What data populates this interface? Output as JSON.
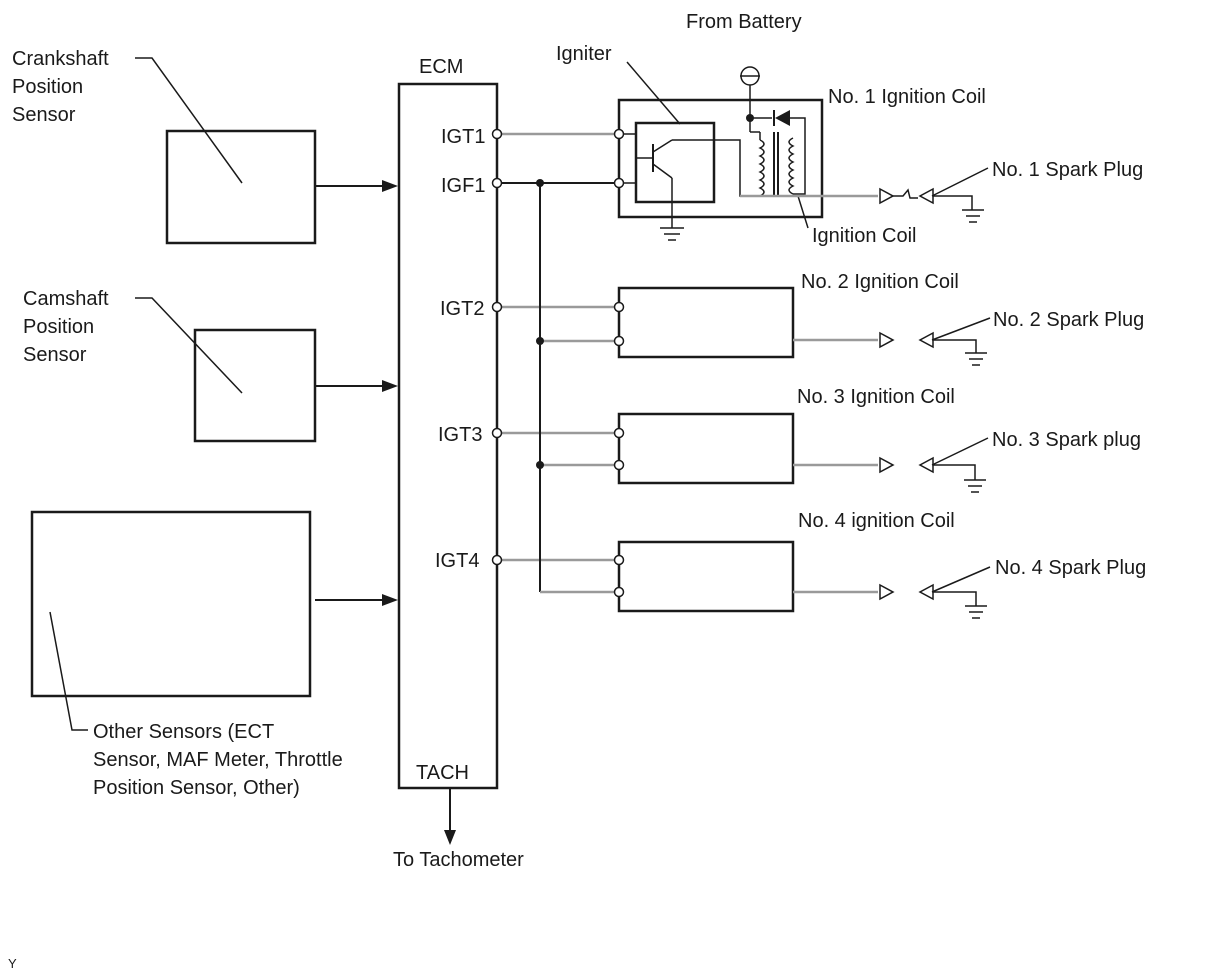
{
  "labels": {
    "from_battery": "From Battery",
    "crankshaft": [
      "Crankshaft",
      "Position",
      "Sensor"
    ],
    "camshaft": [
      "Camshaft",
      "Position",
      "Sensor"
    ],
    "other_sensors": [
      "Other Sensors (ECT",
      "Sensor, MAF Meter, Throttle",
      "Position Sensor, Other)"
    ],
    "ecm": "ECM",
    "tach": "TACH",
    "to_tachometer": "To Tachometer",
    "igniter": "Igniter",
    "ignition_coil": "Ignition Coil",
    "footer_mark": "Y"
  },
  "ecm_terminals": [
    "IGT1",
    "IGF1",
    "IGT2",
    "IGT3",
    "IGT4"
  ],
  "coils": [
    "No. 1 Ignition Coil",
    "No. 2 Ignition Coil",
    "No. 3 Ignition Coil",
    "No. 4 ignition Coil"
  ],
  "spark_plugs": [
    "No. 1 Spark Plug",
    "No. 2 Spark Plug",
    "No. 3 Spark plug",
    "No. 4 Spark Plug"
  ]
}
